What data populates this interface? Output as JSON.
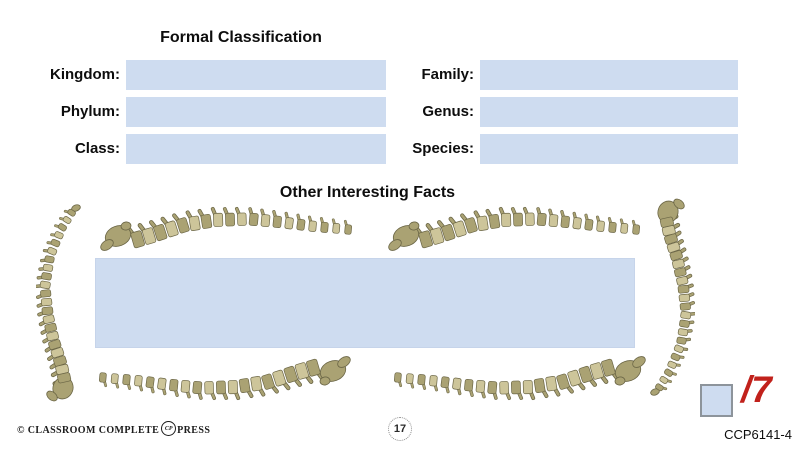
{
  "classification": {
    "heading": "Formal Classification",
    "left_fields": [
      {
        "label": "Kingdom:",
        "value": ""
      },
      {
        "label": "Phylum:",
        "value": ""
      },
      {
        "label": "Class:",
        "value": ""
      }
    ],
    "right_fields": [
      {
        "label": "Family:",
        "value": ""
      },
      {
        "label": "Genus:",
        "value": ""
      },
      {
        "label": "Species:",
        "value": ""
      }
    ]
  },
  "facts": {
    "heading": "Other Interesting Facts",
    "value": ""
  },
  "score": {
    "value": "",
    "denominator": "/7"
  },
  "footer": {
    "publisher_left": "© CLASSROOM COMPLETE",
    "emblem_monogram": "CP",
    "publisher_right": "PRESS",
    "page_number": "17",
    "product_code": "CCP6141-4"
  },
  "decorations": {
    "spine_images": [
      "top-left",
      "top-right",
      "bottom-left",
      "bottom-right",
      "left",
      "right"
    ]
  },
  "colors": {
    "field_blue": "#cedcf0",
    "field_border": "#c6d4ea",
    "score_border": "#8d949b",
    "score_red": "#c1211b",
    "bone_light": "#cdc59a",
    "bone_mid": "#aaa273",
    "bone_dark": "#6b6646",
    "text": "#111111"
  }
}
